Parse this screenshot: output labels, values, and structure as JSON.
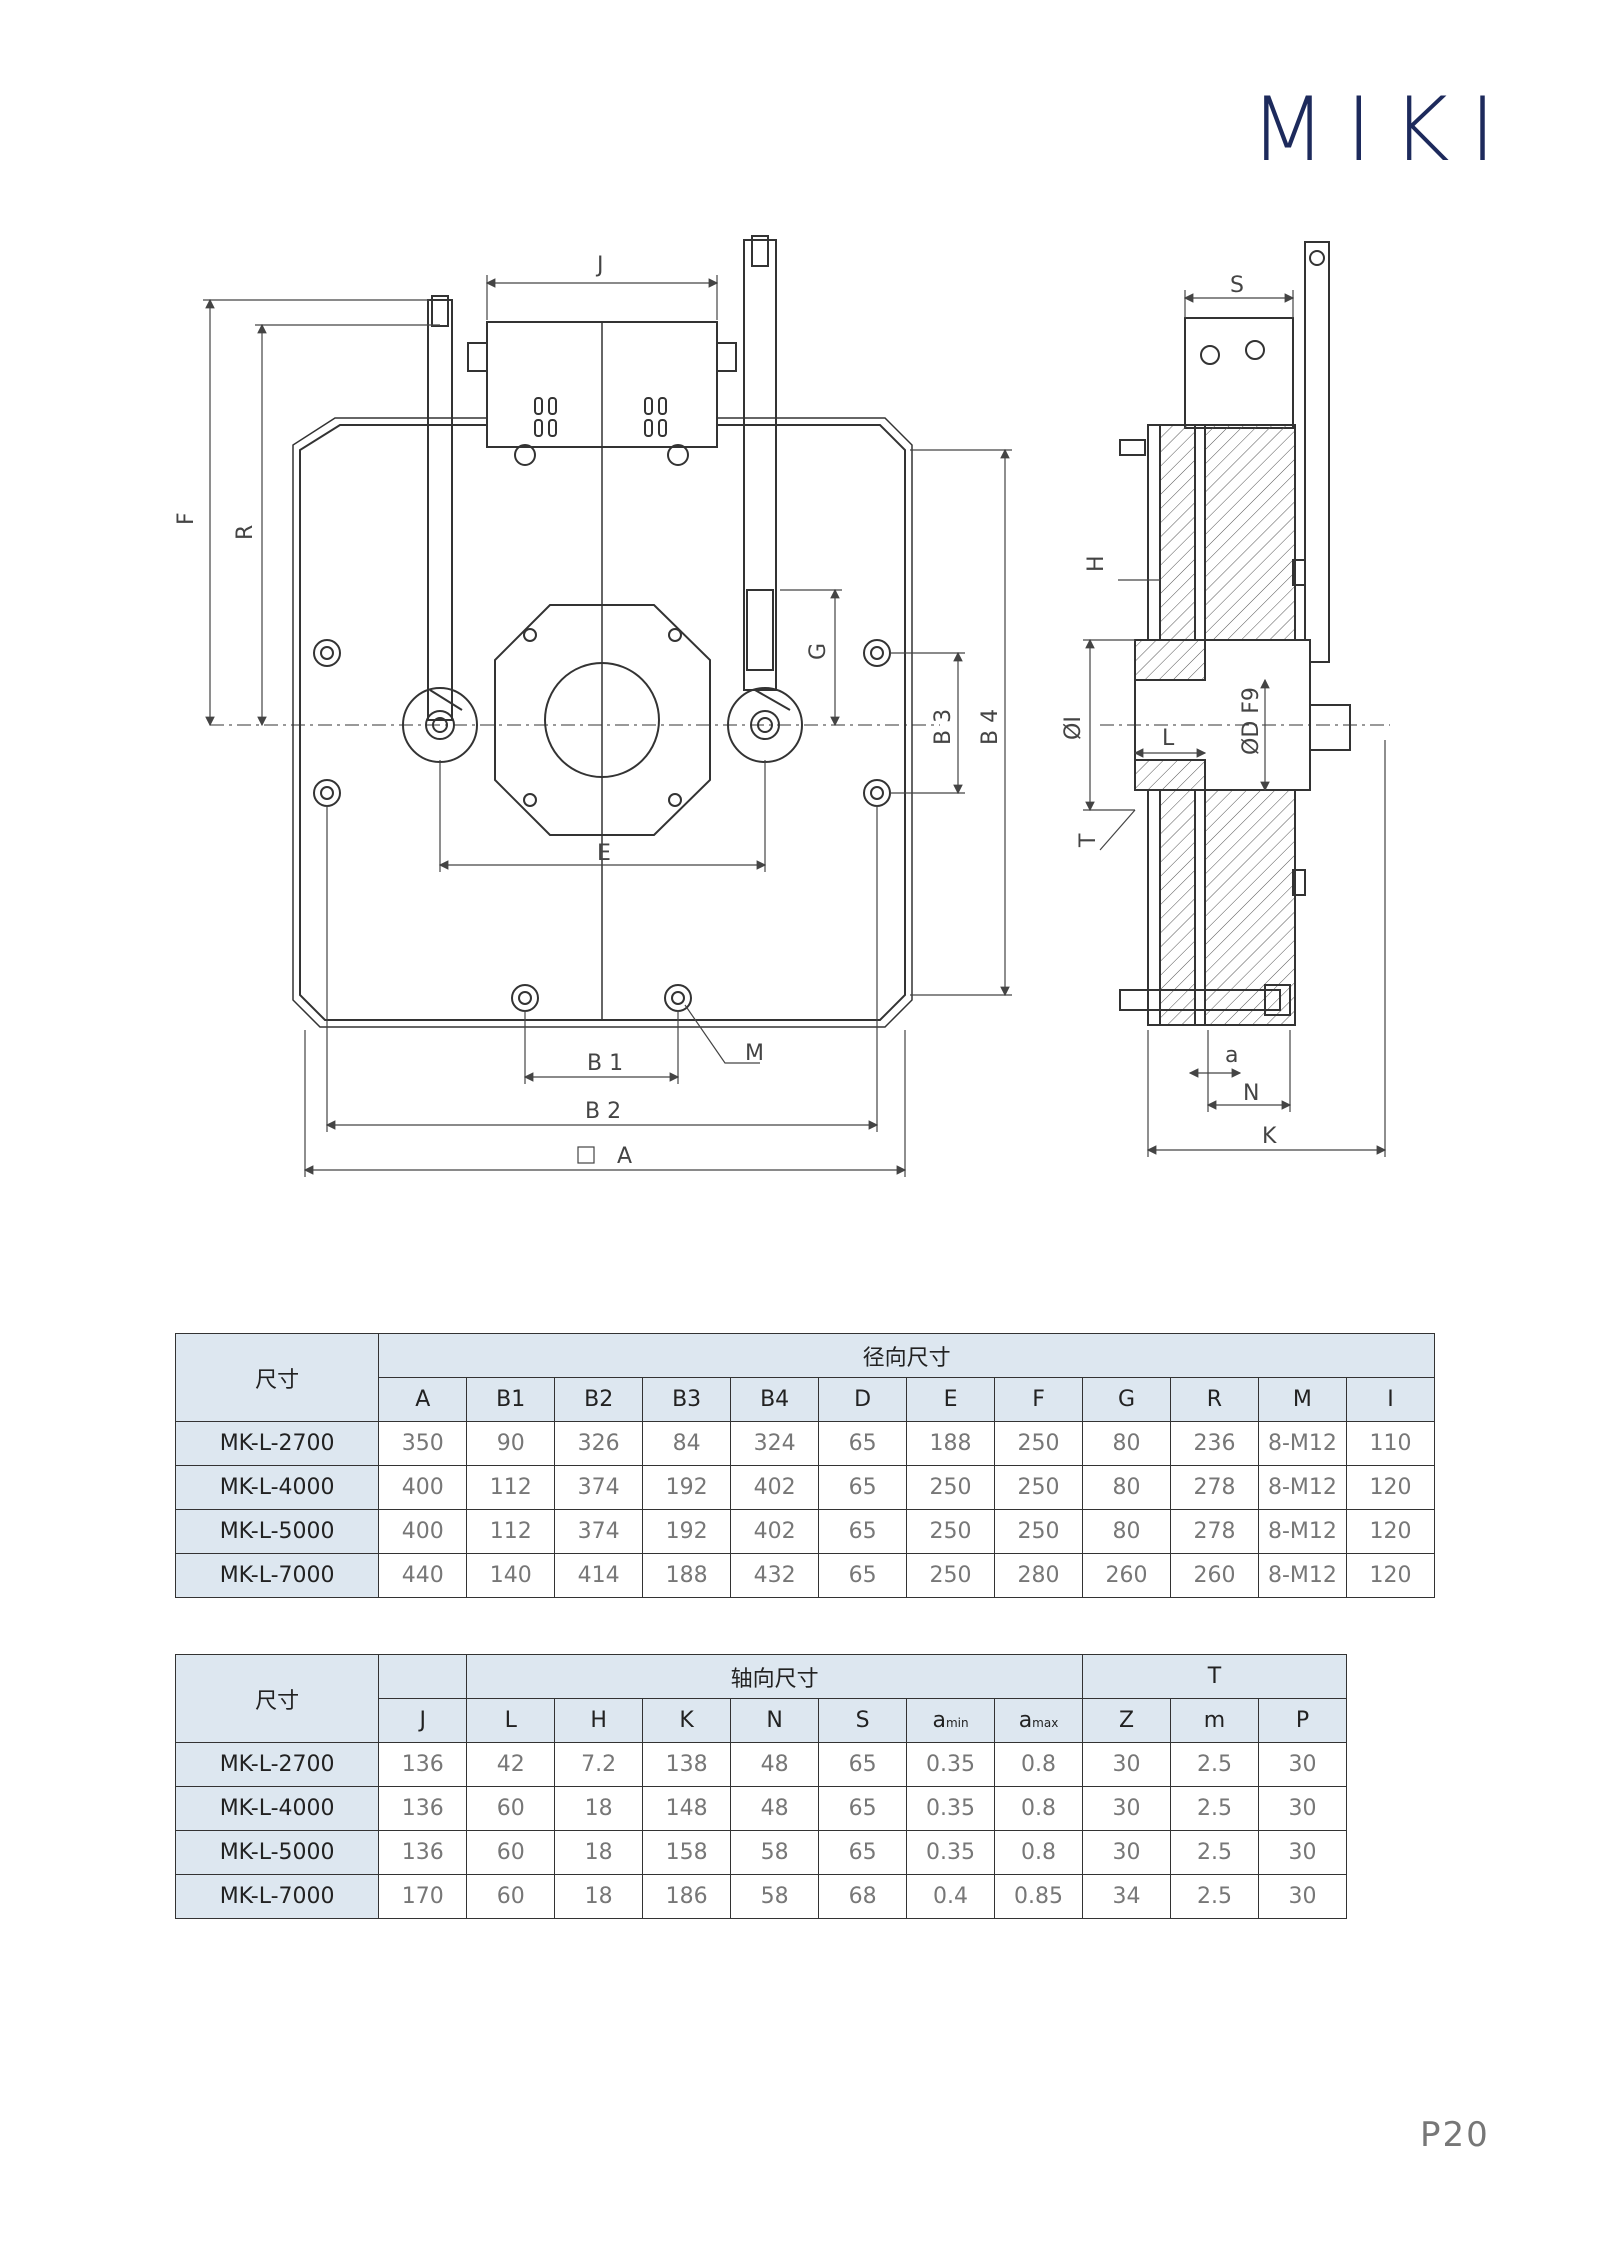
{
  "brand": "MIKI",
  "page_number": "P20",
  "drawing_labels": {
    "J": "J",
    "F": "F",
    "R": "R",
    "G": "G",
    "E": "E",
    "B3": "B 3",
    "B4": "B 4",
    "B1": "B 1",
    "B2": "B 2",
    "A": "A",
    "M": "M",
    "S": "S",
    "H": "H",
    "I": "ØI",
    "D": "ØD F9",
    "L": "L",
    "T": "T",
    "a": "a",
    "N": "N",
    "K": "K"
  },
  "radial_table": {
    "corner_label": "尺寸",
    "group_label": "径向尺寸",
    "columns": [
      "A",
      "B1",
      "B2",
      "B3",
      "B4",
      "D",
      "E",
      "F",
      "G",
      "R",
      "M",
      "I"
    ],
    "rows": [
      {
        "model": "MK-L-2700",
        "values": [
          "350",
          "90",
          "326",
          "84",
          "324",
          "65",
          "188",
          "250",
          "80",
          "236",
          "8-M12",
          "110"
        ]
      },
      {
        "model": "MK-L-4000",
        "values": [
          "400",
          "112",
          "374",
          "192",
          "402",
          "65",
          "250",
          "250",
          "80",
          "278",
          "8-M12",
          "120"
        ]
      },
      {
        "model": "MK-L-5000",
        "values": [
          "400",
          "112",
          "374",
          "192",
          "402",
          "65",
          "250",
          "250",
          "80",
          "278",
          "8-M12",
          "120"
        ]
      },
      {
        "model": "MK-L-7000",
        "values": [
          "440",
          "140",
          "414",
          "188",
          "432",
          "65",
          "250",
          "280",
          "260",
          "260",
          "8-M12",
          "120"
        ]
      }
    ]
  },
  "axial_table": {
    "corner_label": "尺寸",
    "group_label": "轴向尺寸",
    "t_label": "T",
    "columns": [
      "J",
      "L",
      "H",
      "K",
      "N",
      "S",
      "a",
      "a",
      "Z",
      "m",
      "P"
    ],
    "a_min": "min",
    "a_max": "max",
    "rows": [
      {
        "model": "MK-L-2700",
        "values": [
          "136",
          "42",
          "7.2",
          "138",
          "48",
          "65",
          "0.35",
          "0.8",
          "30",
          "2.5",
          "30"
        ]
      },
      {
        "model": "MK-L-4000",
        "values": [
          "136",
          "60",
          "18",
          "148",
          "48",
          "65",
          "0.35",
          "0.8",
          "30",
          "2.5",
          "30"
        ]
      },
      {
        "model": "MK-L-5000",
        "values": [
          "136",
          "60",
          "18",
          "158",
          "58",
          "65",
          "0.35",
          "0.8",
          "30",
          "2.5",
          "30"
        ]
      },
      {
        "model": "MK-L-7000",
        "values": [
          "170",
          "60",
          "18",
          "186",
          "58",
          "68",
          "0.4",
          "0.85",
          "34",
          "2.5",
          "30"
        ]
      }
    ]
  }
}
